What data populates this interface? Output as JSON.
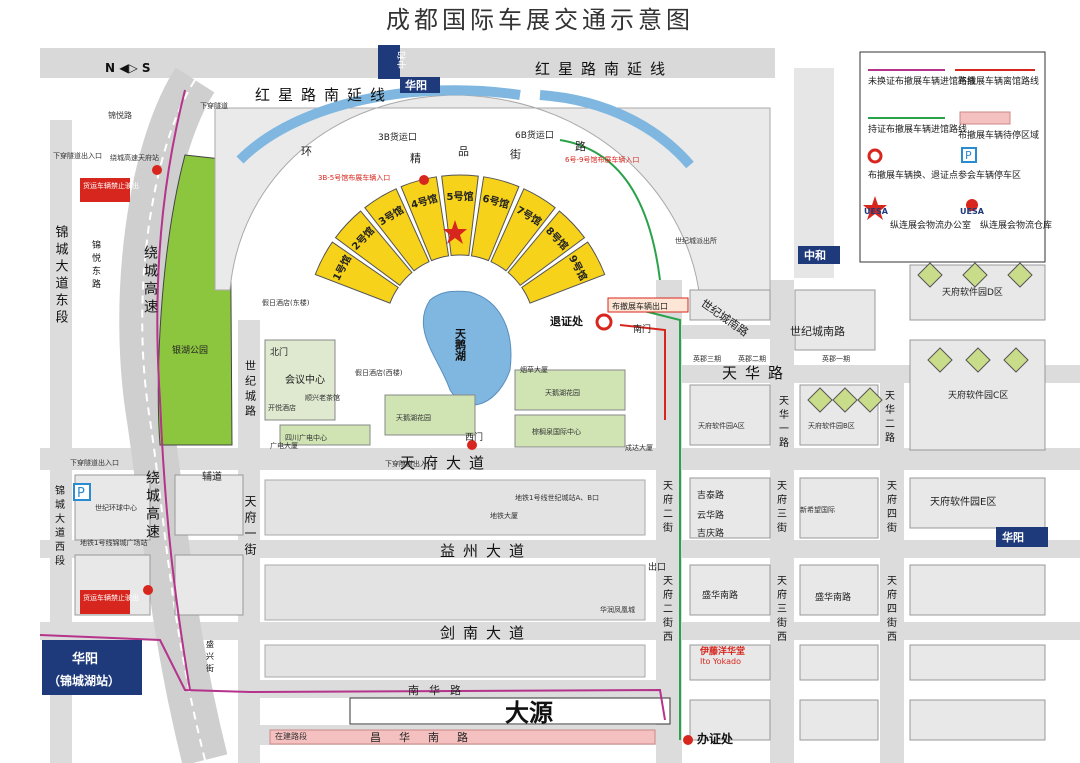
{
  "title": "成都国际车展交通示意图",
  "compass": "N ◀▷ S",
  "direction_signs": {
    "zhonghe_top": "中和",
    "huayang_top": "华阳",
    "zhonghe_right": "中和",
    "huayang_right": "华阳",
    "huayang_station_line1": "华阳",
    "huayang_station_line2": "（锦城湖站）"
  },
  "roads": {
    "hongxing_top": "红星路南延线",
    "hongxing_left": "红星路南延线",
    "tianfu_avenue": "天府大道",
    "yizhou_avenue": "益州大道",
    "jiannan_avenue": "剑南大道",
    "nanhua_road": "南华路",
    "changhua_road": "昌华南路",
    "jincheng_avenue_east": "锦城大道东段",
    "jincheng_avenue_west": "锦城大道西段",
    "raocheng_expressway": "绕城高速",
    "shiji_road_north": "世纪城路",
    "shiji_south_road_1": "世纪城南路",
    "shiji_south_road_2": "世纪城南路",
    "tianhua_road": "天华路",
    "tianhua_1st": "天华一路",
    "tianhua_2nd": "天华二路",
    "tianfu_1st": "天府一街",
    "tianfu_2nd": "天府二街",
    "tianfu_3rd": "天府三街",
    "tianfu_4th": "天府四街",
    "tianfu_2nd_west": "天府二街西",
    "tianfu_3rd_west": "天府三街西",
    "tianfu_4th_west": "天府四街西",
    "jitai_road": "吉泰路",
    "yunhua_road": "云华路",
    "jiqing_road": "吉庆路",
    "shenghua_south": "盛华南路",
    "shenghua_south_2": "盛华南路",
    "jinyue_east": "锦悦东路",
    "jinyue_road": "锦悦路",
    "fulu": "辅道",
    "huanjinglu": "环",
    "jing": "精",
    "pin": "品",
    "jie": "街",
    "lu": "路"
  },
  "venue": {
    "halls": [
      "1号馆",
      "2号馆",
      "3号馆",
      "4号馆",
      "5号馆",
      "6号馆",
      "7号馆",
      "8号馆",
      "9号馆"
    ],
    "gate_3b": "3B货运口",
    "gate_6b": "6B货运口",
    "entrance_3b": "3B-5号馆布展车辆入口",
    "entrance_6b": "6号-9号馆布展车辆入口",
    "exit_label": "布撤展车辆出口",
    "return_cert": "退证处",
    "south_gate": "南门",
    "west_gate": "西门",
    "north_gate": "北门",
    "exit_label_2": "出口",
    "lake": "天鹅湖"
  },
  "places": {
    "yinhu_park": "银湖公园",
    "conference_center": "会议中心",
    "sichuan_radio": "四川广电中心",
    "tiane_garden_1": "天鹅湖花园",
    "tiane_garden_2": "天鹅湖花园",
    "palm_spring": "棕榈泉国际中心",
    "yancao": "烟草大厦",
    "guangdian": "广电大厦",
    "chengda": "成达大厦",
    "metro_building": "地铁大厦",
    "jiari_hotel_east": "假日酒店(东楼)",
    "jiari_hotel_west": "假日酒店(西楼)",
    "teahouse": "顺兴老茶馆",
    "kaiyue": "开悦酒店",
    "shiji_police": "世纪城派出所",
    "yingdi_3": "英郡三期",
    "yingdi_2": "英郡二期",
    "yingdi_1": "英郡一期",
    "software_a": "天府软件园A区",
    "software_b": "天府软件园B区",
    "software_c": "天府软件园C区",
    "software_d": "天府软件园D区",
    "software_e": "天府软件园E区",
    "new_hope": "新希望国际",
    "ito_yokado": "伊藤洋华堂",
    "ito_yokado_en": "Ito Yokado",
    "hualun": "华润凤凰城",
    "shenxing": "盛兴街",
    "global_center": "世纪环球中心",
    "metro_jincheng": "地铁1号线锦城广场站",
    "metro_shijicheng": "地铁1号线世纪城站A、B口",
    "dayuan": "大源",
    "office": "办证处",
    "raocheng_gateway": "绕城高速天府站",
    "underpass_1": "下穿隧道出入口",
    "underpass_2": "下穿隧道",
    "underpass_3": "下穿隧道出入口",
    "underpass_4": "下穿隧道出入口",
    "truck_ban_1": "货运车辆禁止驶出",
    "truck_ban_2": "货运车辆禁止驶出",
    "changsheng": "在建路段"
  },
  "legend": {
    "purple_route": "未换证布撤展车辆进馆路线",
    "red_route": "布撤展车辆离馆路线",
    "green_route": "持证布撤展车辆进馆路线",
    "pink_area": "布撤展车辆待停区域",
    "red_circle": "布撤展车辆换、退证点",
    "parking": "参会车辆停车区",
    "star": "纵连展会物流办公室",
    "dot": "纵连展会物流仓库",
    "uesa": "UESA"
  },
  "colors": {
    "hall_yellow": "#f6d21a",
    "road_gray": "#d9d9d9",
    "park_green": "#8cc63f",
    "lake_blue": "#7fb7e0",
    "navy": "#1e3a7b",
    "route_purple": "#b5338a",
    "route_red": "#d7261e",
    "route_green": "#2aa24a"
  }
}
